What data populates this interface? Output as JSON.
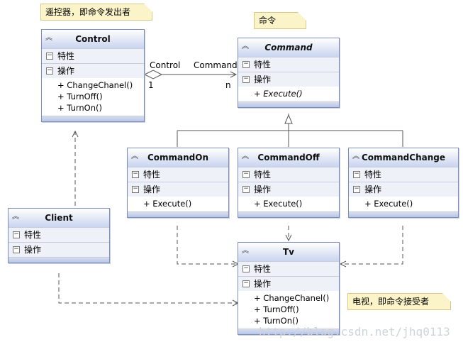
{
  "notes": {
    "control_note": "遥控器，即命令发出者",
    "command_note": "命令",
    "tv_note": "电视，即命令接受者"
  },
  "section_labels": {
    "attributes": "特性",
    "operations": "操作"
  },
  "classes": {
    "control": {
      "name": "Control",
      "ops": [
        "+ ChangeChanel()",
        "+ TurnOff()",
        "+ TurnOn()"
      ]
    },
    "command": {
      "name": "Command",
      "ops": [
        "+ Execute()"
      ]
    },
    "command_on": {
      "name": "CommandOn",
      "ops": [
        "+ Execute()"
      ]
    },
    "command_off": {
      "name": "CommandOff",
      "ops": [
        "+ Execute()"
      ]
    },
    "command_change": {
      "name": "CommandChange",
      "ops": [
        "+ Execute()"
      ]
    },
    "client": {
      "name": "Client",
      "ops": []
    },
    "tv": {
      "name": "Tv",
      "ops": [
        "+ ChangeChanel()",
        "+ TurnOff()",
        "+ TurnOn()"
      ]
    }
  },
  "association": {
    "source_role": "Control",
    "target_role": "Command",
    "source_multiplicity": "1",
    "target_multiplicity": "n"
  },
  "watermark": "http://blog.csdn.net/jhq0113",
  "icons": {
    "collapse": "double-chevron-up-icon",
    "section_toggle": "minus-box-icon"
  }
}
